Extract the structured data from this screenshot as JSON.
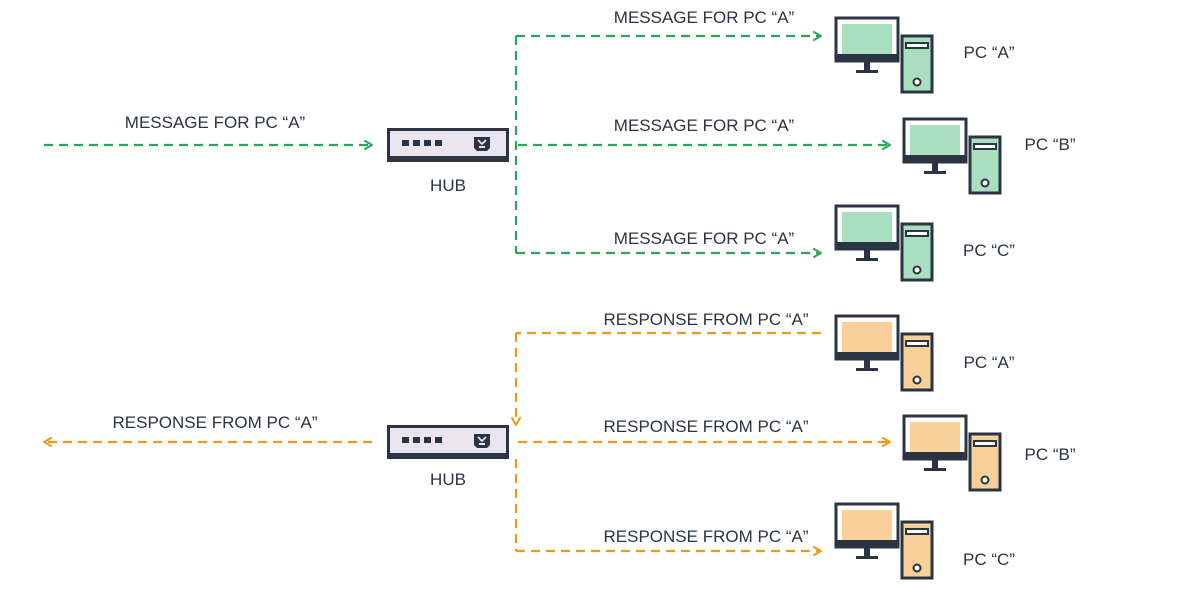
{
  "colors": {
    "message": "#2aa55a",
    "response": "#ec9a1c",
    "outline": "#2b3442",
    "screen_message": "#a8dfbf",
    "screen_response": "#f9cf9a",
    "hub_body": "#e9e4ee"
  },
  "top": {
    "hub_label": "HUB",
    "incoming_label": "MESSAGE FOR PC “A”",
    "branches": [
      {
        "label": "MESSAGE FOR PC “A”",
        "pc": "PC “A”"
      },
      {
        "label": "MESSAGE FOR PC “A”",
        "pc": "PC “B”"
      },
      {
        "label": "MESSAGE FOR PC “A”",
        "pc": "PC “C”"
      }
    ]
  },
  "bottom": {
    "hub_label": "HUB",
    "outgoing_label": "RESPONSE FROM PC “A”",
    "branches": [
      {
        "label": "RESPONSE FROM PC “A”",
        "pc": "PC “A”"
      },
      {
        "label": "RESPONSE FROM PC “A”",
        "pc": "PC “B”"
      },
      {
        "label": "RESPONSE FROM PC “A”",
        "pc": "PC “C”"
      }
    ]
  }
}
